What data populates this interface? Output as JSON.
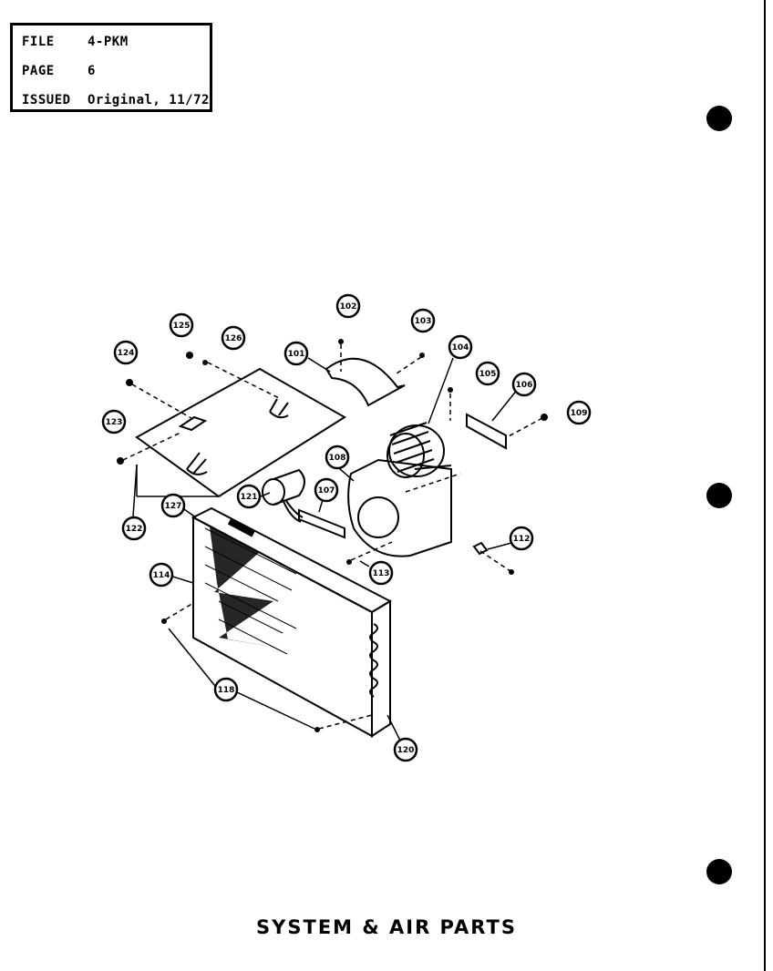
{
  "info": {
    "file_label": "FILE",
    "file_value": "4-PKM",
    "page_label": "PAGE",
    "page_value": "6",
    "issued_label": "ISSUED",
    "issued_value": "Original, 11/72"
  },
  "title": "SYSTEM & AIR PARTS",
  "callouts": {
    "c101": "101",
    "c102": "102",
    "c103": "103",
    "c104": "104",
    "c105": "105",
    "c106": "106",
    "c107": "107",
    "c108": "108",
    "c109": "109",
    "c112": "112",
    "c113": "113",
    "c114": "114",
    "c118": "118",
    "c120": "120",
    "c121": "121",
    "c122": "122",
    "c123": "123",
    "c124": "124",
    "c125": "125",
    "c126": "126",
    "c127": "127"
  }
}
